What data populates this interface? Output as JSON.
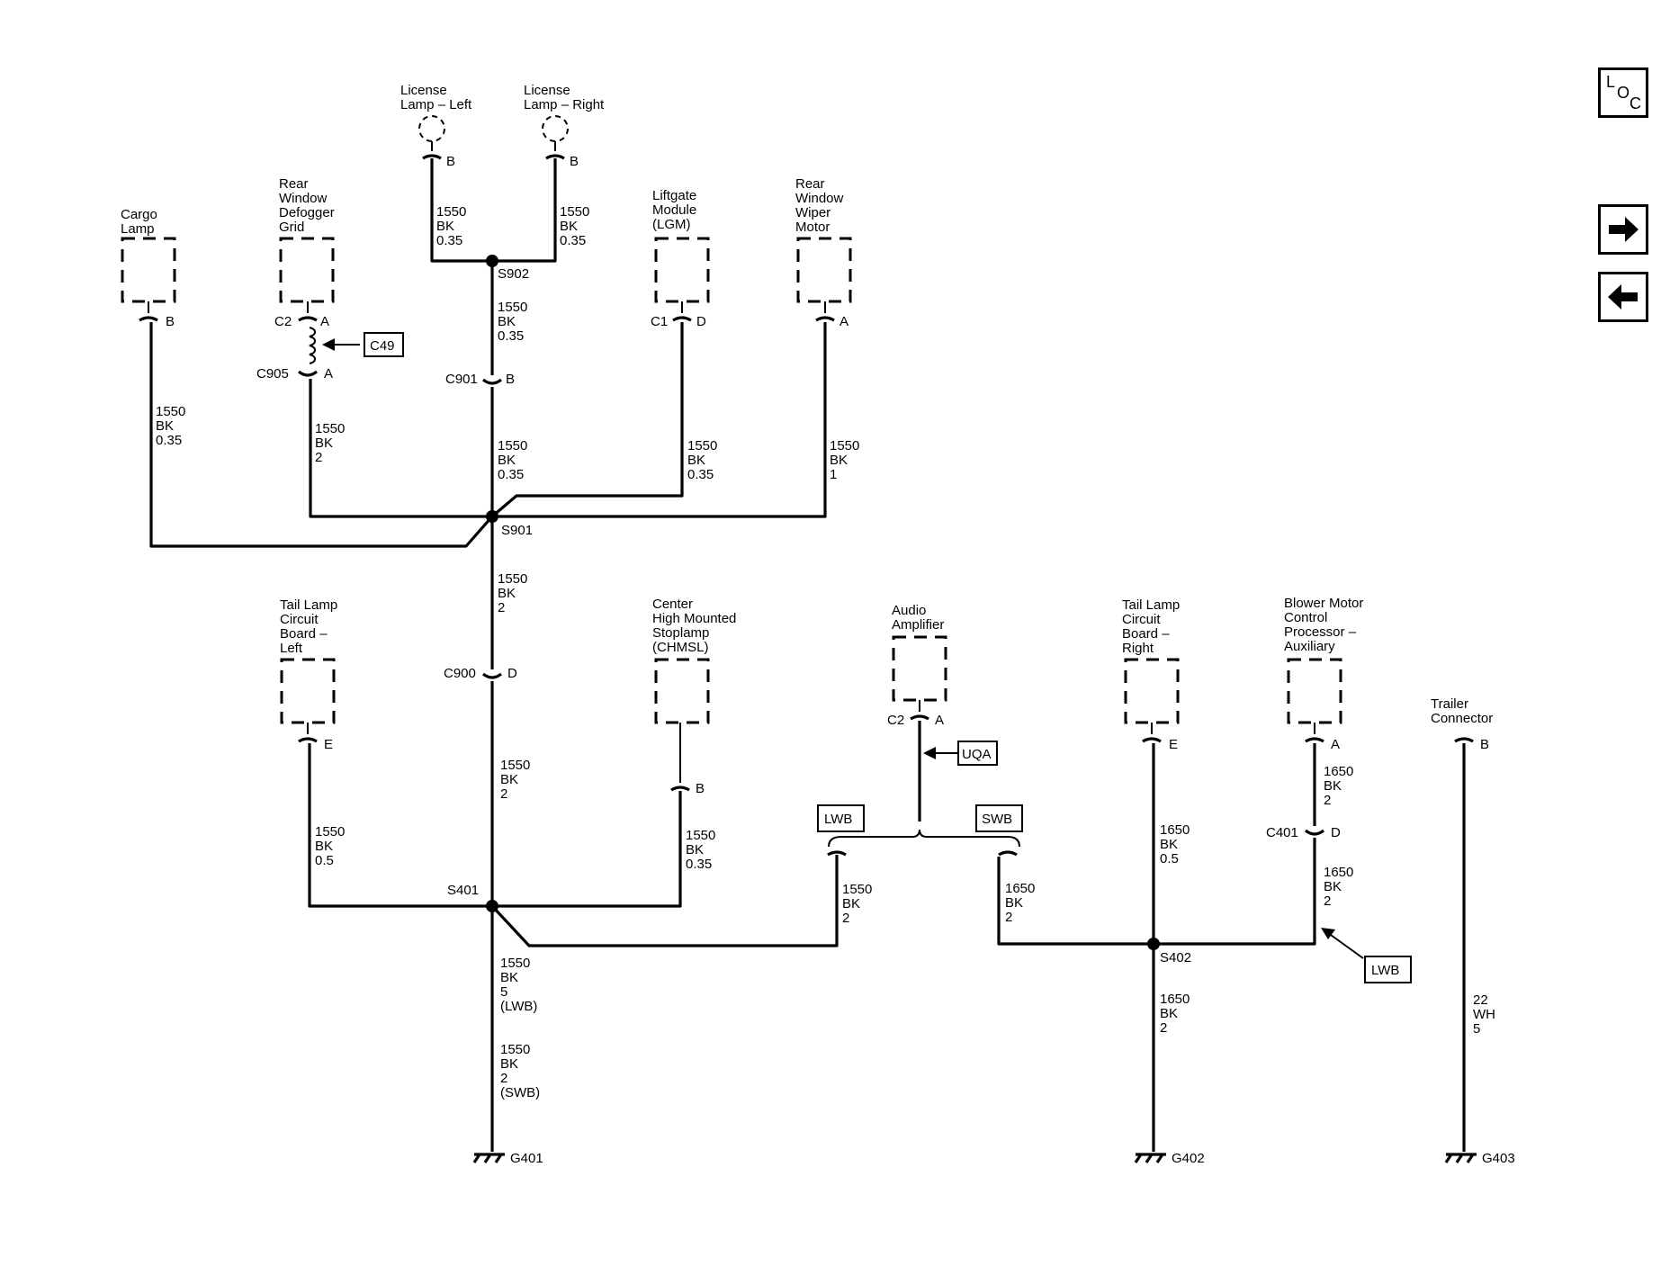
{
  "nav": {
    "loc_letters": [
      "L",
      "O",
      "C"
    ],
    "forward_icon": "arrow-right-icon",
    "back_icon": "arrow-left-icon"
  },
  "components": {
    "license_left": [
      "License",
      "Lamp – Left"
    ],
    "license_right": [
      "License",
      "Lamp – Right"
    ],
    "cargo_lamp": [
      "Cargo",
      "Lamp"
    ],
    "rear_defogger": [
      "Rear",
      "Window",
      "Defogger",
      "Grid"
    ],
    "liftgate": [
      "Liftgate",
      "Module",
      "(LGM)"
    ],
    "wiper_motor": [
      "Rear",
      "Window",
      "Wiper",
      "Motor"
    ],
    "tail_left": [
      "Tail Lamp",
      "Circuit",
      "Board –",
      "Left"
    ],
    "chmsl": [
      "Center",
      "High Mounted",
      "Stoplamp",
      "(CHMSL)"
    ],
    "audio_amp": [
      "Audio",
      "Amplifier"
    ],
    "tail_right": [
      "Tail Lamp",
      "Circuit",
      "Board –",
      "Right"
    ],
    "blower": [
      "Blower Motor",
      "Control",
      "Processor –",
      "Auxiliary"
    ],
    "trailer": [
      "Trailer",
      "Connector"
    ]
  },
  "pins": {
    "lic_left": "B",
    "lic_right": "B",
    "cargo": "B",
    "defog_conn": "C2",
    "defog_pin": "A",
    "c905": "C905",
    "c905_pin": "A",
    "liftgate_conn": "C1",
    "liftgate_pin": "D",
    "wiper": "A",
    "c901": "C901",
    "c901_pin": "B",
    "c900": "C900",
    "c900_pin": "D",
    "tail_left": "E",
    "chmsl": "B",
    "amp_conn": "C2",
    "amp_pin": "A",
    "tail_right": "E",
    "blower": "A",
    "c401": "C401",
    "c401_pin": "D",
    "trailer": "B"
  },
  "splices": {
    "s902": "S902",
    "s901": "S901",
    "s401": "S401",
    "s402": "S402"
  },
  "grounds": {
    "g401": "G401",
    "g402": "G402",
    "g403": "G403"
  },
  "options": {
    "c49": "C49",
    "uqa": "UQA",
    "lwb": "LWB",
    "swb": "SWB",
    "lwb2": "LWB"
  },
  "wires": {
    "lic_left": [
      "1550",
      "BK",
      "0.35"
    ],
    "lic_right": [
      "1550",
      "BK",
      "0.35"
    ],
    "s902_c901": [
      "1550",
      "BK",
      "0.35"
    ],
    "cargo": [
      "1550",
      "BK",
      "0.35"
    ],
    "defog": [
      "1550",
      "BK",
      "2"
    ],
    "c901_s901": [
      "1550",
      "BK",
      "0.35"
    ],
    "liftgate": [
      "1550",
      "BK",
      "0.35"
    ],
    "wiper": [
      "1550",
      "BK",
      "1"
    ],
    "s901_c900": [
      "1550",
      "BK",
      "2"
    ],
    "c900_s401": [
      "1550",
      "BK",
      "2"
    ],
    "tail_left": [
      "1550",
      "BK",
      "0.5"
    ],
    "chmsl": [
      "1550",
      "BK",
      "0.35"
    ],
    "g401_lwb": [
      "1550",
      "BK",
      "5",
      "(LWB)"
    ],
    "g401_swb": [
      "1550",
      "BK",
      "2",
      "(SWB)"
    ],
    "lwb_branch": [
      "1550",
      "BK",
      "2"
    ],
    "swb_branch": [
      "1650",
      "BK",
      "2"
    ],
    "tail_right": [
      "1650",
      "BK",
      "0.5"
    ],
    "blower_c401": [
      "1650",
      "BK",
      "2"
    ],
    "c401_s402": [
      "1650",
      "BK",
      "2"
    ],
    "s402_g402": [
      "1650",
      "BK",
      "2"
    ],
    "trailer": [
      "22",
      "WH",
      "5"
    ]
  }
}
